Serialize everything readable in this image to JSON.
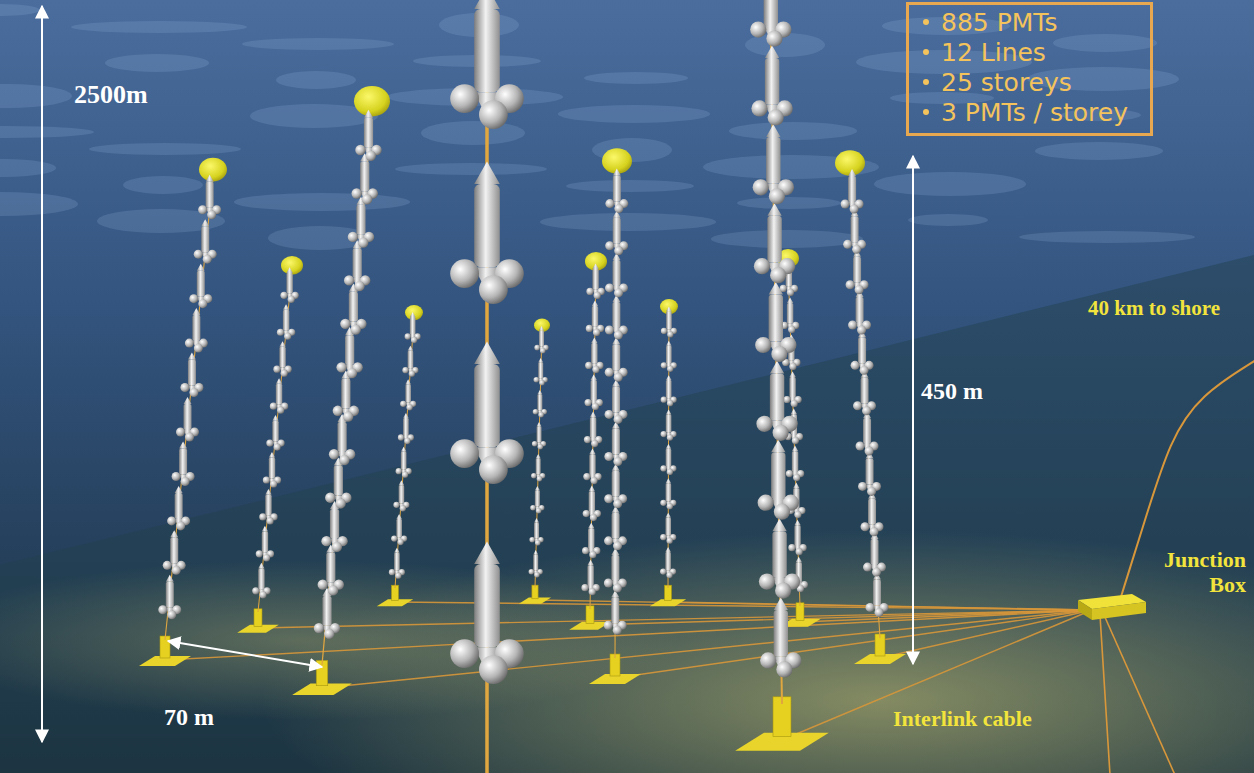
{
  "diagram": {
    "nodes": [
      {
        "text": [
          "885 PMTs",
          "12 Lines",
          "25 storeys",
          "3 PMTs / storey"
        ]
      },
      {
        "text": [
          "Junction Box"
        ]
      }
    ],
    "labels": [
      "2500m",
      "450 m",
      "70 m",
      "40 km to shore",
      "Interlink cable"
    ]
  }
}
